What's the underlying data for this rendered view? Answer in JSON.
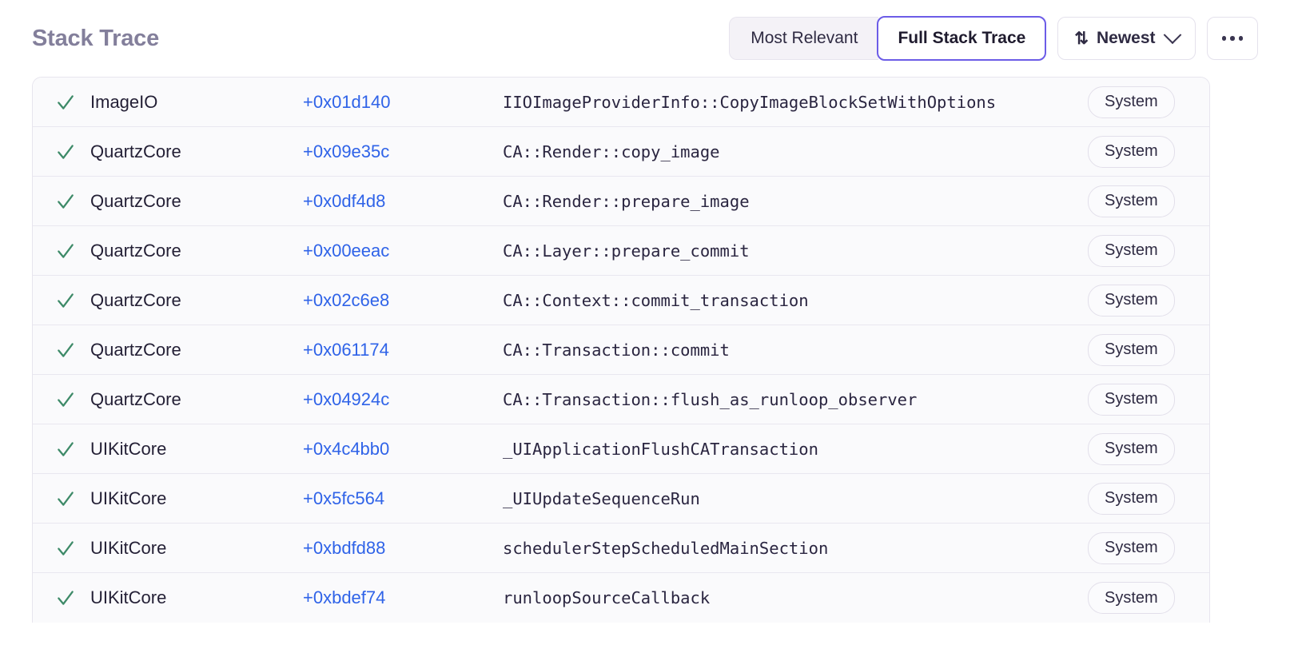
{
  "header": {
    "title": "Stack Trace",
    "segmented": {
      "options": [
        {
          "label": "Most Relevant",
          "active": false
        },
        {
          "label": "Full Stack Trace",
          "active": true
        }
      ]
    },
    "sort": {
      "icon": "sort-arrows-icon",
      "label": "Newest",
      "chevron": "chevron-down-icon"
    },
    "overflow": {
      "icon": "ellipsis-icon",
      "label": "..."
    }
  },
  "colors": {
    "accent_purple": "#6c5ce7",
    "link_blue": "#2f63e8",
    "check_green": "#3d8a68",
    "title_muted": "#837f9b",
    "row_bg": "#fafafc",
    "row_divider": "#e9e7f0"
  },
  "table": {
    "row_status_icon": "check-icon",
    "rows": [
      {
        "status": "check",
        "module": "ImageIO",
        "offset": "+0x01d140",
        "symbol": "IIOImageProviderInfo::CopyImageBlockSetWithOptions",
        "badge": "System"
      },
      {
        "status": "check",
        "module": "QuartzCore",
        "offset": "+0x09e35c",
        "symbol": "CA::Render::copy_image",
        "badge": "System"
      },
      {
        "status": "check",
        "module": "QuartzCore",
        "offset": "+0x0df4d8",
        "symbol": "CA::Render::prepare_image",
        "badge": "System"
      },
      {
        "status": "check",
        "module": "QuartzCore",
        "offset": "+0x00eeac",
        "symbol": "CA::Layer::prepare_commit",
        "badge": "System"
      },
      {
        "status": "check",
        "module": "QuartzCore",
        "offset": "+0x02c6e8",
        "symbol": "CA::Context::commit_transaction",
        "badge": "System"
      },
      {
        "status": "check",
        "module": "QuartzCore",
        "offset": "+0x061174",
        "symbol": "CA::Transaction::commit",
        "badge": "System"
      },
      {
        "status": "check",
        "module": "QuartzCore",
        "offset": "+0x04924c",
        "symbol": "CA::Transaction::flush_as_runloop_observer",
        "badge": "System"
      },
      {
        "status": "check",
        "module": "UIKitCore",
        "offset": "+0x4c4bb0",
        "symbol": "_UIApplicationFlushCATransaction",
        "badge": "System"
      },
      {
        "status": "check",
        "module": "UIKitCore",
        "offset": "+0x5fc564",
        "symbol": "_UIUpdateSequenceRun",
        "badge": "System"
      },
      {
        "status": "check",
        "module": "UIKitCore",
        "offset": "+0xbdfd88",
        "symbol": "schedulerStepScheduledMainSection",
        "badge": "System"
      },
      {
        "status": "check",
        "module": "UIKitCore",
        "offset": "+0xbdef74",
        "symbol": "runloopSourceCallback",
        "badge": "System"
      }
    ]
  }
}
